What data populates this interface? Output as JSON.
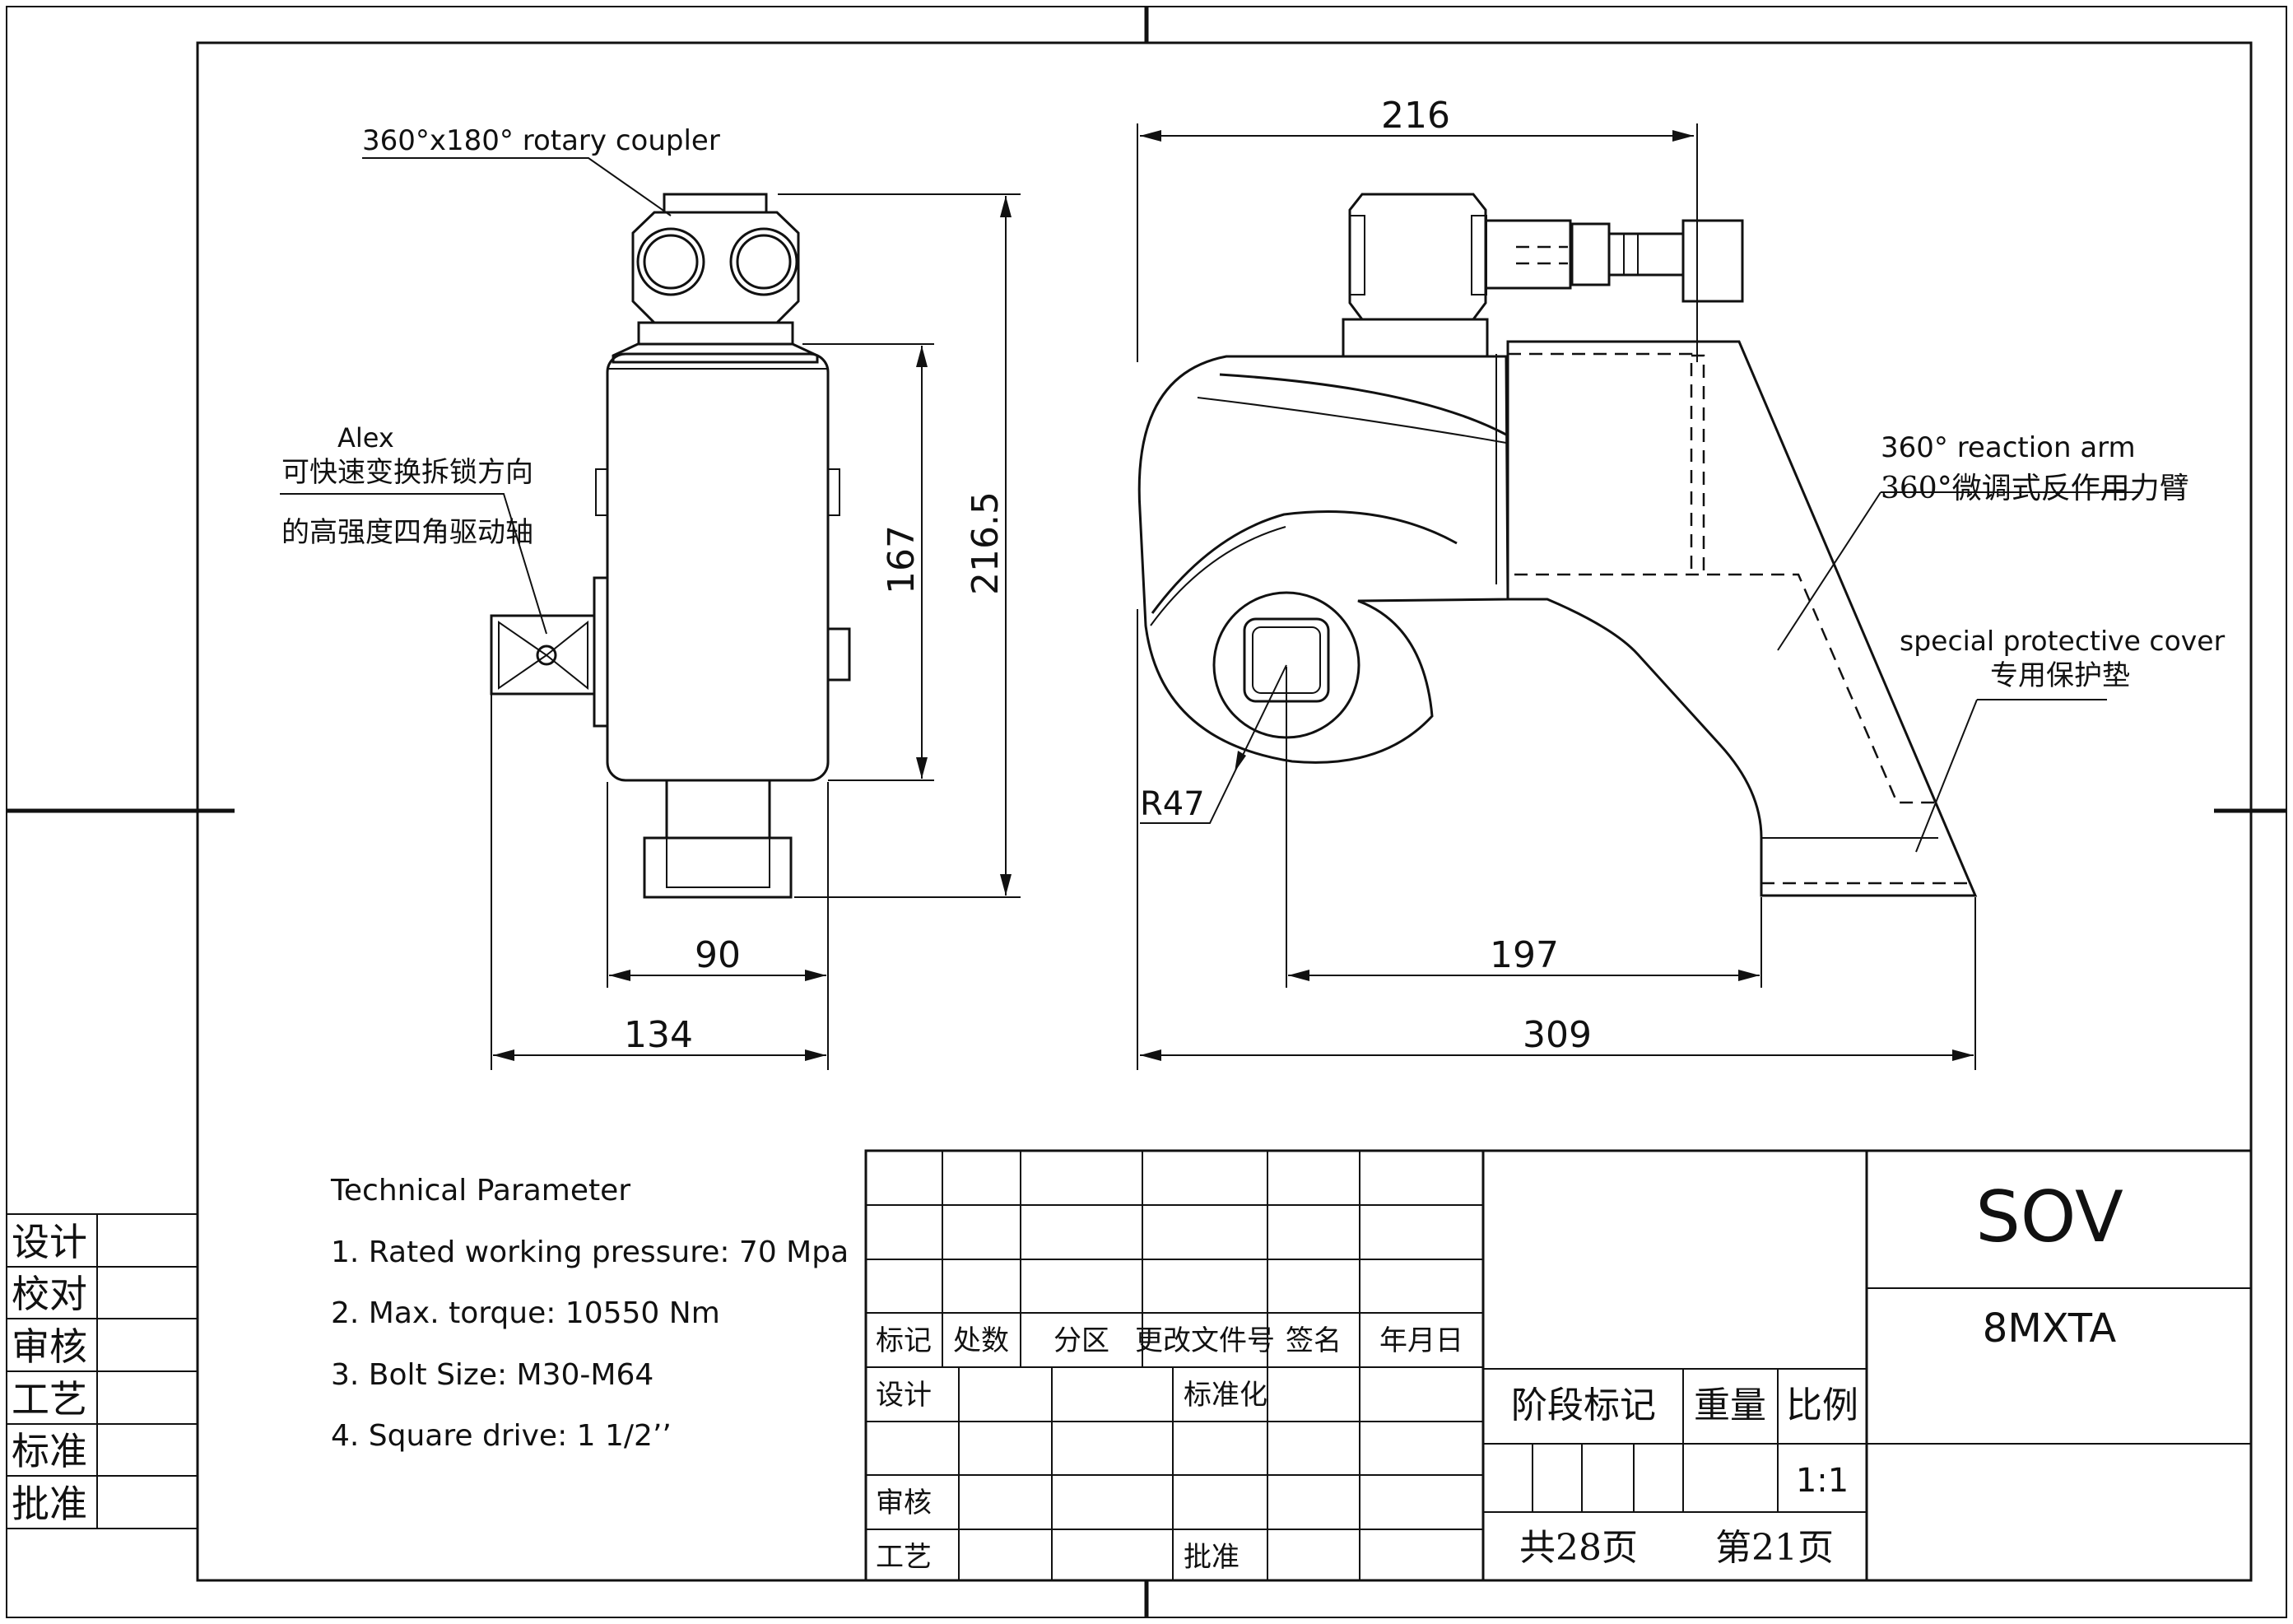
{
  "labels": {
    "rotary_coupler": "360°x180° rotary coupler",
    "alex": "Alex",
    "drive_note_1": "可快速变换拆锁方向",
    "drive_note_2": "的高强度四角驱动轴",
    "reaction_arm_en": "360° reaction arm",
    "reaction_arm_cn": "360°微调式反作用力臂",
    "cover_en": "special protective cover",
    "cover_cn": "专用保护垫",
    "radius": "R47"
  },
  "dimensions": {
    "d216_top": "216",
    "d167": "167",
    "d216_5": "216.5",
    "d90": "90",
    "d134": "134",
    "d197": "197",
    "d309": "309"
  },
  "tech": {
    "title": "Technical Parameter",
    "items": [
      "1. Rated working pressure: 70 Mpa",
      "2. Max. torque: 10550 Nm",
      "3. Bolt Size: M30-M64",
      "4. Square drive: 1 1/2’’"
    ]
  },
  "left_block": [
    "设计",
    "校对",
    "审核",
    "工艺",
    "标准",
    "批准"
  ],
  "title_block": {
    "header": [
      "标记",
      "处数",
      "分区",
      "更改文件号",
      "签名",
      "年月日"
    ],
    "design": "设计",
    "standardize": "标准化",
    "review": "审核",
    "craft": "工艺",
    "approve": "批准",
    "stage_mark": "阶段标记",
    "weight": "重量",
    "scale": "比例",
    "scale_value": "1:1",
    "total_pages": "共28页",
    "page_no": "第21页",
    "brand": "SOV",
    "model": "8MXTA"
  }
}
